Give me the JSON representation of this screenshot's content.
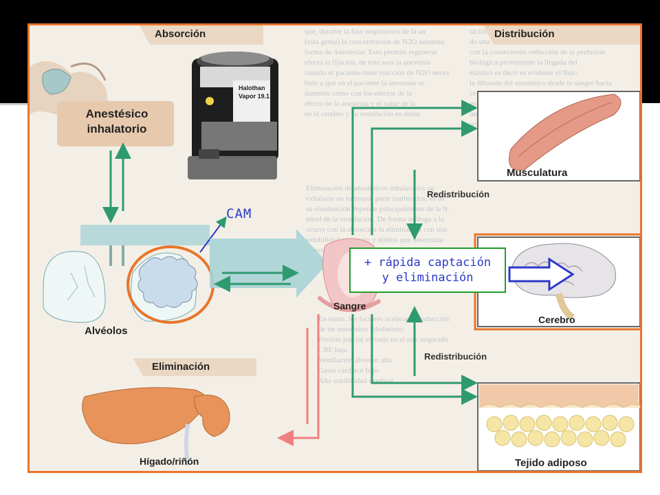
{
  "labels": {
    "absorcion": "Absorción",
    "anestesico": "Anestésico",
    "inhalatorio": "inhalatorio",
    "alveolos": "Alvéolos",
    "eliminacion": "Eliminación",
    "higado": "Hígado/riñón",
    "sangre": "Sangre",
    "distribucion": "Distribución",
    "musculatura": "Musculatura",
    "redistribucion_top": "Redistribución",
    "cerebro": "Cerebro",
    "redistribucion_bottom": "Redistribución",
    "tejido": "Tejido adiposo",
    "vaporizer_brand": "Halothan",
    "vaporizer_model": "Vapor 19.1"
  },
  "annotations": {
    "cam": "CAM",
    "captacion_line1": "+ rápida captación",
    "captacion_line2": "y eliminación"
  },
  "colors": {
    "frame_border": "#e8752b",
    "annotation_text": "#2b39c8",
    "bubble_border": "#1f9d2b",
    "arrow_green": "#2f9a70",
    "arrow_red": "#f08080"
  }
}
